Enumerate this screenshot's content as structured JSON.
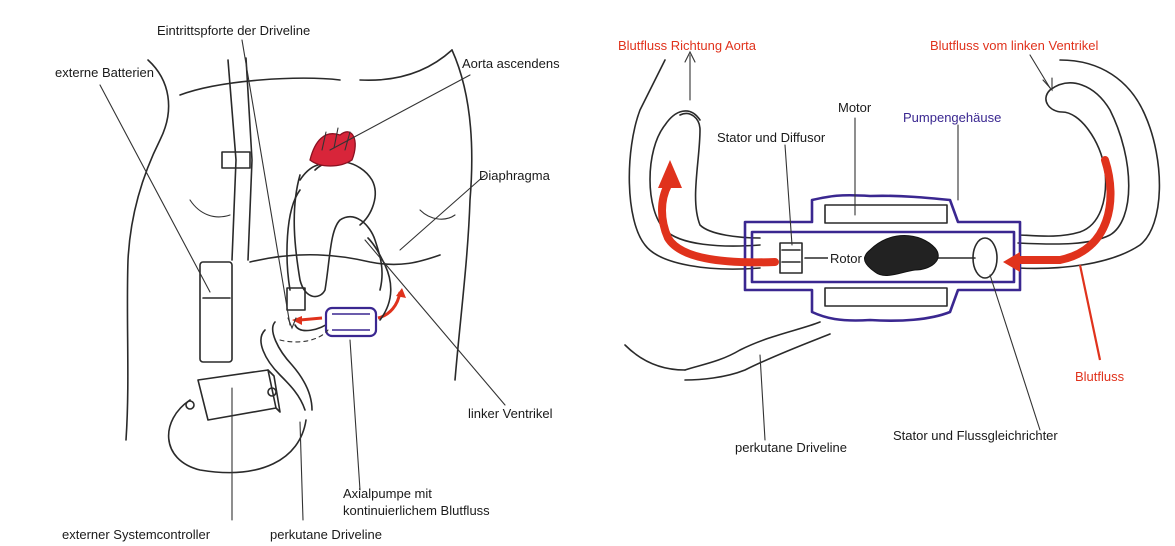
{
  "left_panel": {
    "labels": {
      "eintrittspforte": "Eintrittspforte der Driveline",
      "externe_batterien": "externe Batterien",
      "aorta_ascendens": "Aorta ascendens",
      "diaphragma": "Diaphragma",
      "linker_ventrikel": "linker Ventrikel",
      "axialpumpe_line1": "Axialpumpe mit",
      "axialpumpe_line2": "kontinuierlichem Blutfluss",
      "externer_systemcontroller": "externer Systemcontroller",
      "perkutane_driveline": "perkutane Driveline"
    }
  },
  "right_panel": {
    "labels": {
      "blutfluss_richtung_aorta": "Blutfluss Richtung Aorta",
      "blutfluss_vom_linken_ventrikel": "Blutfluss vom linken Ventrikel",
      "motor": "Motor",
      "pumpengehaeuse": "Pumpengehäuse",
      "stator_und_diffusor": "Stator und Diffusor",
      "rotor": "Rotor",
      "blutfluss": "Blutfluss",
      "stator_und_flussgleichrichter": "Stator und Flussgleichrichter",
      "perkutane_driveline": "perkutane Driveline"
    }
  },
  "colors": {
    "blood_flow": "#e0321c",
    "housing": "#3a2790",
    "ink": "#2a2a2a"
  }
}
